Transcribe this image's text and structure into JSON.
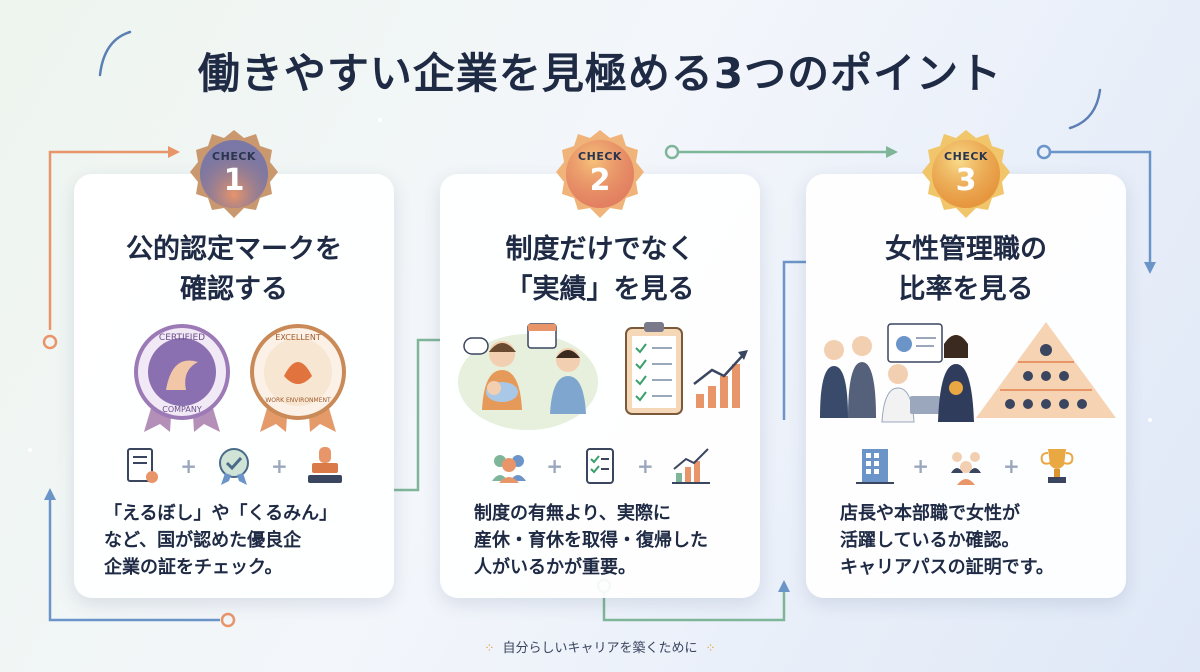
{
  "title": "働きやすい企業を見極める3つのポイント",
  "cards": [
    {
      "check_label": "CHECK",
      "number": "1",
      "heading": [
        "公的認定マークを",
        "確認する"
      ],
      "badges": [
        "CERTIFIED COMPANY",
        "EXCELLENT WORK ENVIRONMENT"
      ],
      "icons": [
        "certificate-icon",
        "rosette-icon",
        "stamp-icon"
      ],
      "description": [
        "「えるぼし」や「くるみん」",
        "など、国が認めた優良企",
        "企業の証をチェック。"
      ]
    },
    {
      "check_label": "CHECK",
      "number": "2",
      "heading": [
        "制度だけでなく",
        "「実績」を見る"
      ],
      "icons": [
        "people-group-icon",
        "checklist-icon",
        "growth-chart-icon"
      ],
      "description": [
        "制度の有無より、実際に",
        "産休・育休を取得・復帰した",
        "人がいるかが重要。"
      ]
    },
    {
      "check_label": "CHECK",
      "number": "3",
      "heading": [
        "女性管理職の",
        "比率を見る"
      ],
      "icons": [
        "office-building-icon",
        "team-icon",
        "trophy-icon"
      ],
      "description": [
        "店長や本部職で女性が",
        "活躍しているか確認。",
        "キャリアパスの証明です。"
      ]
    }
  ],
  "footer": "自分らしいキャリアを築くために",
  "colors": {
    "text": "#1f2a44",
    "arrow_orange": "#e8956a",
    "arrow_green": "#7fb69a",
    "arrow_blue": "#6b95c9",
    "badge1": "#d98b6a",
    "badge2": "#e8976a",
    "badge3": "#e9a842"
  }
}
